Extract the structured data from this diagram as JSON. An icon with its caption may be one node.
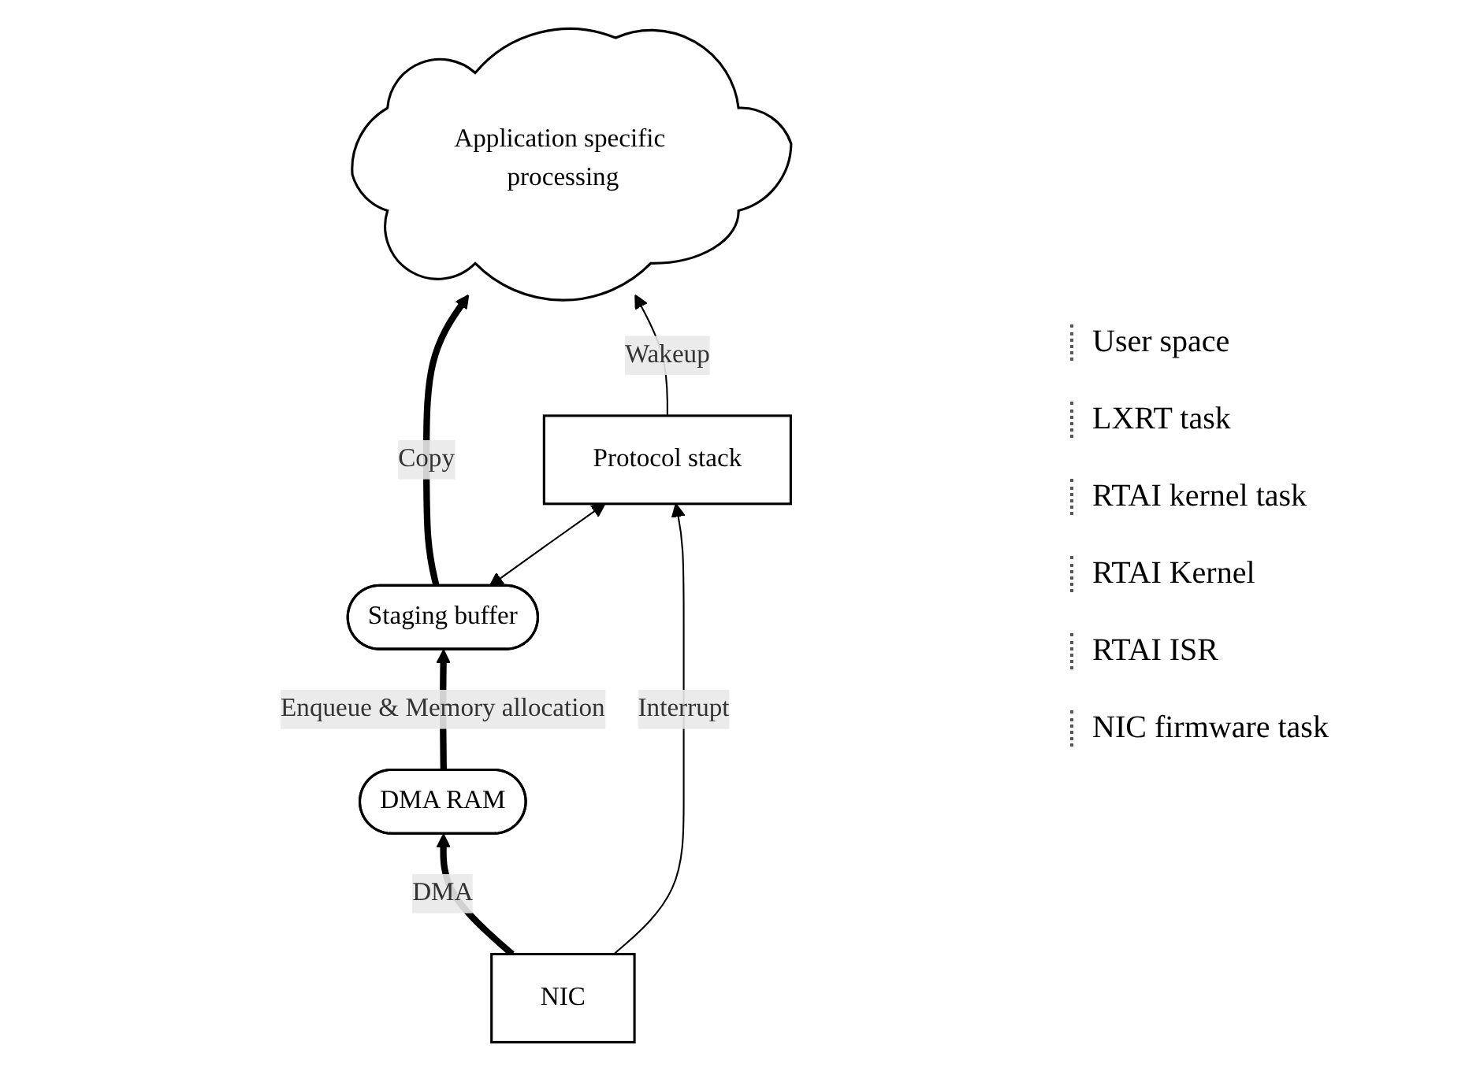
{
  "diagram": {
    "nodes": [
      {
        "text": [
          "Application specific processing"
        ]
      },
      {
        "text": [
          "Protocol stack"
        ]
      },
      {
        "text": [
          "Staging buffer"
        ]
      },
      {
        "text": [
          "DMA RAM"
        ]
      },
      {
        "text": [
          "NIC"
        ]
      }
    ],
    "edges": [
      {
        "from": 4,
        "to": 3,
        "arrow": "to",
        "label": "DMA",
        "style": "thick"
      },
      {
        "from": 3,
        "to": 2,
        "arrow": "to",
        "label": "Enqueue & Memory allocation",
        "style": "thick"
      },
      {
        "from": 2,
        "to": 0,
        "arrow": "to",
        "label": "Copy",
        "style": "thick"
      },
      {
        "from": 1,
        "to": 0,
        "arrow": "to",
        "label": "Wakeup"
      },
      {
        "from": 4,
        "to": 1,
        "arrow": "to",
        "label": "Interrupt"
      },
      {
        "from": 2,
        "to": 1,
        "arrow": "both"
      }
    ],
    "labels": [
      "User space",
      "LXRT task",
      "RTAI kernel task",
      "RTAI Kernel",
      "RTAI ISR",
      "NIC firmware task"
    ]
  }
}
